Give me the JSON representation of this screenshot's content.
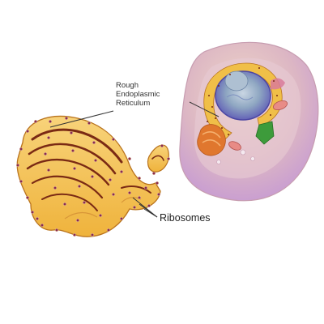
{
  "labels": {
    "rough_er": [
      "Rough",
      "Endoplasmic",
      "Reticulum"
    ],
    "ribosomes": "Ribosomes"
  },
  "colors": {
    "er_fill": "#f4c24e",
    "er_outline": "#b9731d",
    "er_channel": "#7a2a14",
    "ribosome": "#8a2c4e",
    "cell_membrane": "#d9b7a4",
    "cytoplasm": "#cda4dc",
    "nucleus_outer": "#5d56b8",
    "nucleolus": "#9cb2c6",
    "golgi": "#de6f2a",
    "chloro_green": "#3d9b3b"
  }
}
